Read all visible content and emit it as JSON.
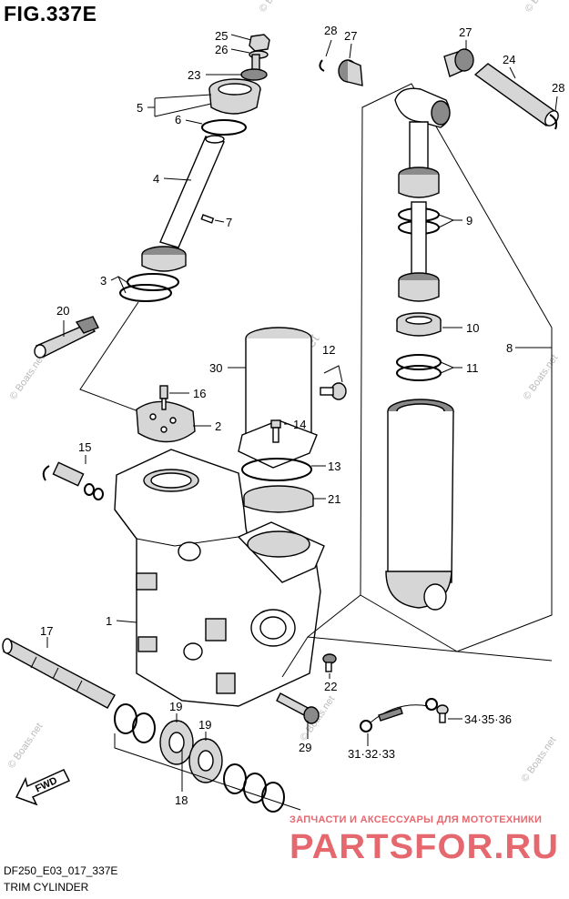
{
  "figure": {
    "title": "FIG.337E"
  },
  "footer": {
    "model_code": "DF250_E03_017_337E",
    "section_title": "TRIM CYLINDER"
  },
  "watermark": {
    "text": "© Boats.net"
  },
  "dealer": {
    "subtitle": "ЗАПЧАСТИ И АКСЕССУАРЫ ДЛЯ МОТОТЕХНИКИ",
    "logo_text": "PARTSFOR.RU",
    "color": "#e6686f"
  },
  "direction_arrow": {
    "label": "FWD"
  },
  "callouts": [
    {
      "id": "c25",
      "label": "25"
    },
    {
      "id": "c26",
      "label": "26"
    },
    {
      "id": "c23",
      "label": "23"
    },
    {
      "id": "c5",
      "label": "5"
    },
    {
      "id": "c6",
      "label": "6"
    },
    {
      "id": "c4",
      "label": "4"
    },
    {
      "id": "c7",
      "label": "7"
    },
    {
      "id": "c3",
      "label": "3"
    },
    {
      "id": "c20",
      "label": "20"
    },
    {
      "id": "c16",
      "label": "16"
    },
    {
      "id": "c2",
      "label": "2"
    },
    {
      "id": "c15",
      "label": "15"
    },
    {
      "id": "c1",
      "label": "1"
    },
    {
      "id": "c17",
      "label": "17"
    },
    {
      "id": "c19a",
      "label": "19"
    },
    {
      "id": "c19b",
      "label": "19"
    },
    {
      "id": "c18",
      "label": "18"
    },
    {
      "id": "c30",
      "label": "30"
    },
    {
      "id": "c12",
      "label": "12"
    },
    {
      "id": "c14",
      "label": "14"
    },
    {
      "id": "c13",
      "label": "13"
    },
    {
      "id": "c21",
      "label": "21"
    },
    {
      "id": "c22",
      "label": "22"
    },
    {
      "id": "c29",
      "label": "29"
    },
    {
      "id": "c313233",
      "label": "31·32·33"
    },
    {
      "id": "c343536",
      "label": "34·35·36"
    },
    {
      "id": "c28a",
      "label": "28"
    },
    {
      "id": "c27a",
      "label": "27"
    },
    {
      "id": "c27b",
      "label": "27"
    },
    {
      "id": "c24",
      "label": "24"
    },
    {
      "id": "c28b",
      "label": "28"
    },
    {
      "id": "c9",
      "label": "9"
    },
    {
      "id": "c10",
      "label": "10"
    },
    {
      "id": "c11",
      "label": "11"
    },
    {
      "id": "c8",
      "label": "8"
    }
  ]
}
